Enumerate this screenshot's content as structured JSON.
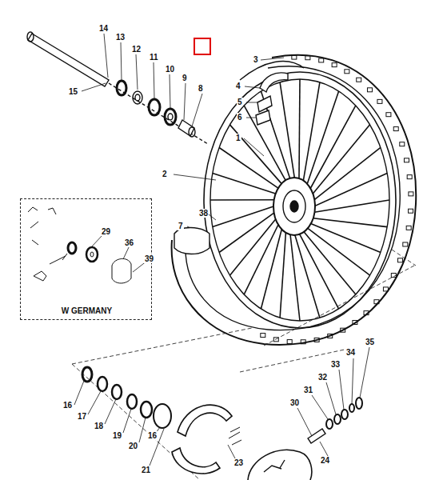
{
  "diagram": {
    "nodes": [
      {
        "text": [
          "W GERMANY"
        ]
      }
    ],
    "labels": [
      "14",
      "13",
      "12",
      "11",
      "10",
      "9",
      "8",
      "15",
      "3",
      "4",
      "5",
      "6",
      "1",
      "2",
      "7",
      "38",
      "29",
      "36",
      "39",
      "16",
      "17",
      "18",
      "19",
      "20",
      "16",
      "21",
      "23",
      "35",
      "34",
      "33",
      "32",
      "31",
      "30",
      "24"
    ]
  }
}
